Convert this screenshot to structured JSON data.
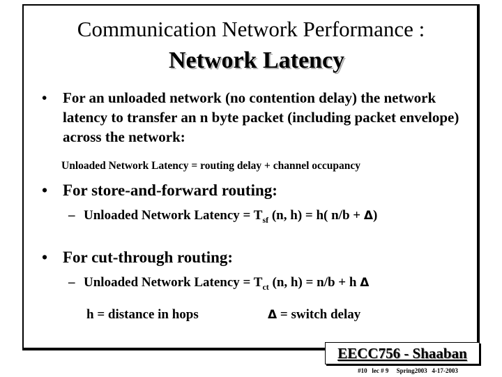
{
  "title": {
    "line1": "Communication Network Performance :",
    "line2": "Network Latency"
  },
  "bullet_symbol": "•",
  "bullet1": {
    "text": "For an unloaded network (no contention delay) the network latency to transfer an n byte packet (including packet envelope) across the network:"
  },
  "formula": "Unloaded Network Latency =  routing delay   +  channel occupancy",
  "bullet2": {
    "heading": "For store-and-forward routing:",
    "dash": "–",
    "sub_prefix": "Unloaded Network Latency =  T",
    "sub_subscript": "sf",
    "sub_middle": " (n,  h)  =  h( n/b +  ",
    "delta": "Δ",
    "sub_end": ")"
  },
  "bullet3": {
    "heading": "For  cut-through routing:",
    "dash": "–",
    "sub_prefix": "Unloaded Network Latency =  T",
    "sub_subscript": "ct",
    "sub_middle": " (n,  h)  = n/b  + h ",
    "delta": "Δ"
  },
  "definitions": {
    "h": "h = distance in hops",
    "delta_symbol": "Δ",
    "delta_def": "  =  switch delay"
  },
  "logo": "EECC756 - Shaaban",
  "footer": "#10   lec # 9     Spring2003   4-17-2003"
}
